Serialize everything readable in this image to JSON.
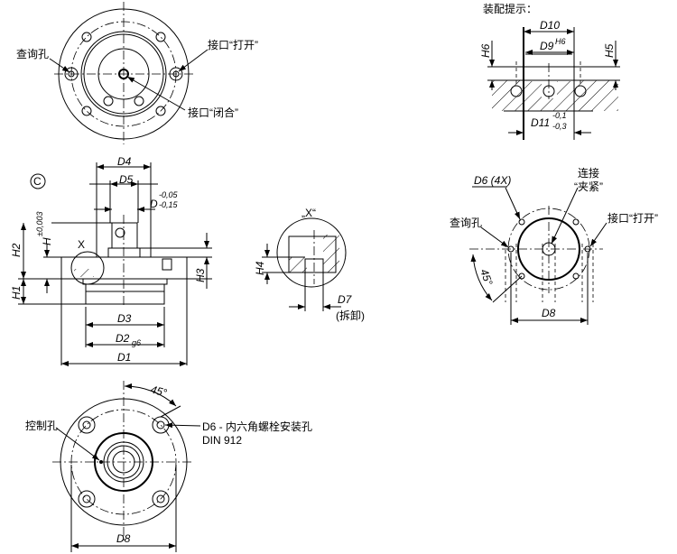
{
  "top_view": {
    "check_hole": "查询孔",
    "port_open": "接口“打开”",
    "port_close": "接口“闭合”"
  },
  "assembly_hint": {
    "title": "装配提示：",
    "d10": "D10",
    "d9": "D9",
    "d9_tol": "H6",
    "h6": "H6",
    "h5": "H5",
    "d11": "D11",
    "d11_tol_upper": "-0,1",
    "d11_tol_lower": "-0,3"
  },
  "side_view": {
    "marker": "C",
    "d4": "D4",
    "d5": "D5",
    "d": "D",
    "d_tol_upper": "-0,05",
    "d_tol_lower": "-0,15",
    "h": "H",
    "h_tol": "±0,003",
    "h1": "H1",
    "h2": "H2",
    "h3": "H3",
    "x": "X",
    "d3": "D3",
    "d2": "D2",
    "d2_tol": "g6",
    "d1": "D1"
  },
  "detail_x": {
    "title": "„X“",
    "h4": "H4",
    "d7": "D7",
    "d7_note": "(拆卸)"
  },
  "mount_view": {
    "d6": "D6 (4X)",
    "connect_1": "连接",
    "connect_2": "“夹紧”",
    "check_hole": "查询孔",
    "port_open": "接口“打开”",
    "angle": "45°",
    "d8": "D8"
  },
  "bottom_view": {
    "control_hole": "控制孔",
    "d6_note": "D6 - 内六角螺栓安装孔",
    "din": "DIN 912",
    "angle": "45°",
    "d8": "D8"
  }
}
